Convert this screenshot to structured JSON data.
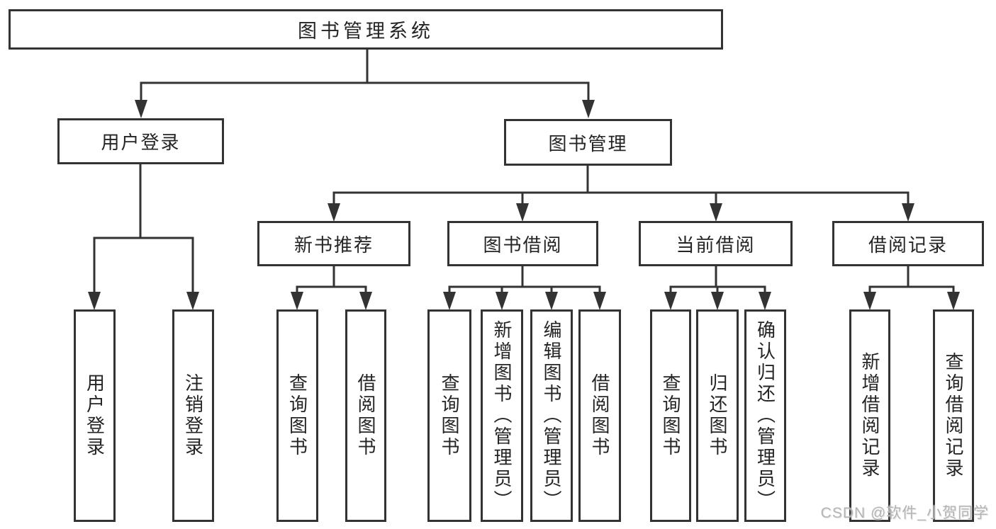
{
  "diagram": {
    "type": "hierarchy-tree",
    "colors": {
      "line": "#333333",
      "box_border": "#333333",
      "text": "#242424",
      "background": "#ffffff",
      "watermark": "#b3b3b3"
    }
  },
  "tree": {
    "label": "图书管理系统",
    "children": [
      {
        "label": "用户登录",
        "children": [
          {
            "label": "用户登录"
          },
          {
            "label": "注销登录"
          }
        ]
      },
      {
        "label": "图书管理",
        "children": [
          {
            "label": "新书推荐",
            "children": [
              {
                "label": "查询图书"
              },
              {
                "label": "借阅图书"
              }
            ]
          },
          {
            "label": "图书借阅",
            "children": [
              {
                "label": "查询图书"
              },
              {
                "label": "新增图书（管理员）"
              },
              {
                "label": "编辑图书（管理员）"
              },
              {
                "label": "借阅图书"
              }
            ]
          },
          {
            "label": "当前借阅",
            "children": [
              {
                "label": "查询图书"
              },
              {
                "label": "归还图书"
              },
              {
                "label": "确认归还（管理员）"
              }
            ]
          },
          {
            "label": "借阅记录",
            "children": [
              {
                "label": "新增借阅记录"
              },
              {
                "label": "查询借阅记录"
              }
            ]
          }
        ]
      }
    ]
  },
  "watermark": {
    "text": "CSDN @软件_小贺同学"
  }
}
